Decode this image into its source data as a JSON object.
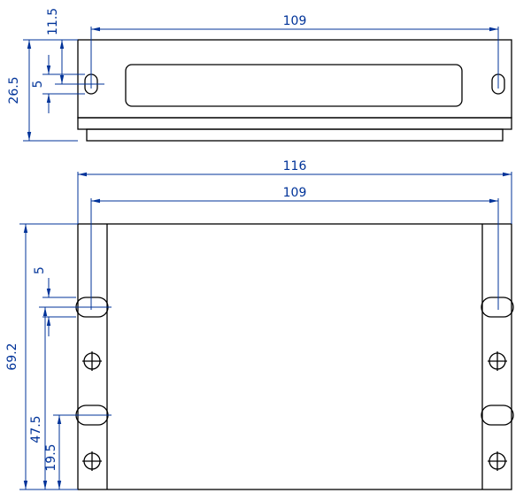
{
  "colors": {
    "outline": "#000000",
    "dimension": "#003399",
    "background": "#ffffff"
  },
  "views": {
    "top": {
      "dims": {
        "slot_span_width": "109",
        "slot_center_from_top": "11.5",
        "overall_height": "26.5",
        "slot_width": "5"
      }
    },
    "front": {
      "dims": {
        "overall_width": "116",
        "slot_span_width": "109",
        "slot_width": "5",
        "overall_height": "69.2",
        "upper_slot_from_bottom": "47.5",
        "lower_slot_from_bottom": "19.5"
      }
    }
  }
}
